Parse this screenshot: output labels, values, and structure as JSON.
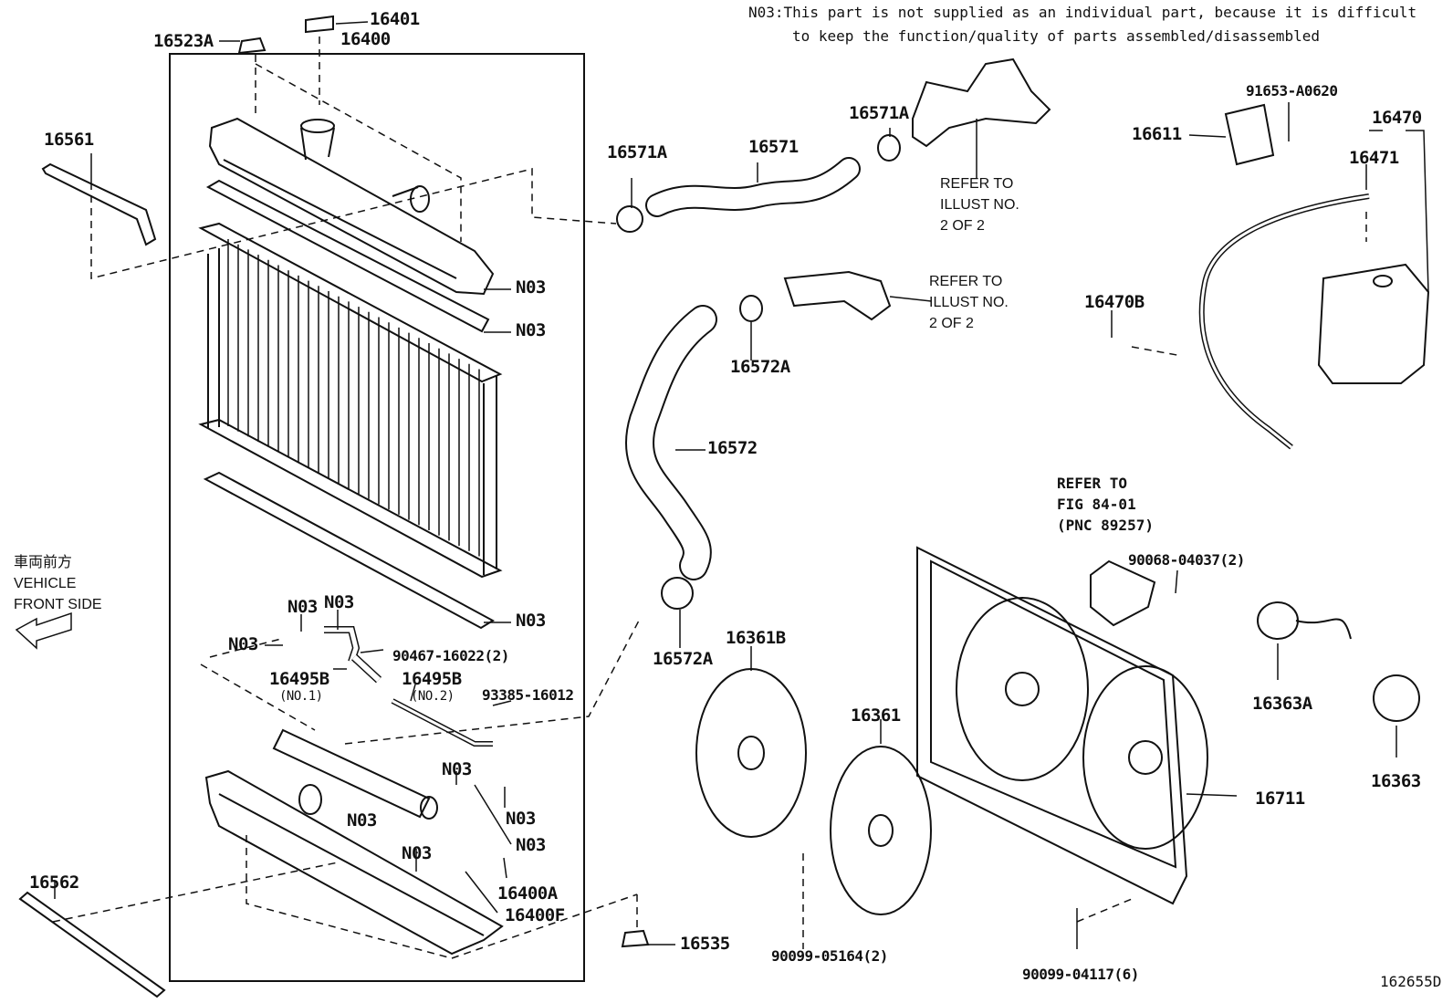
{
  "note": {
    "line1": "N03:This part is not supplied as an individual part, because it is difficult",
    "line2": "to keep the function/quality of parts assembled/disassembled"
  },
  "direction": {
    "japanese": "車両前方",
    "line1": "VEHICLE",
    "line2": "FRONT SIDE"
  },
  "refs": {
    "ref_upper": [
      "REFER TO",
      "ILLUST NO.",
      "2 OF 2"
    ],
    "ref_mid": [
      "REFER TO",
      "ILLUST NO.",
      "2 OF 2"
    ],
    "ref_fig": [
      "REFER TO",
      "FIG 84-01",
      "(PNC 89257)"
    ]
  },
  "labels": {
    "p16401": "16401",
    "p16400": "16400",
    "p16523A": "16523A",
    "p16561": "16561",
    "p16562": "16562",
    "p16571A_left": "16571A",
    "p16571": "16571",
    "p16571A_right": "16571A",
    "p16572A_top": "16572A",
    "p16572": "16572",
    "p16572A_bottom": "16572A",
    "p91653": "91653-A0620",
    "p16611": "16611",
    "p16470": "16470",
    "p16471": "16471",
    "p16470B": "16470B",
    "n03_1": "N03",
    "n03_2": "N03",
    "n03_3": "N03",
    "n03_4": "N03",
    "n03_5": "N03",
    "n03_6": "N03",
    "n03_7": "N03",
    "n03_8": "N03",
    "n03_9": "N03",
    "n03_10": "N03",
    "n03_11": "N03",
    "p90467": "90467-16022(2)",
    "p16495B_1": "16495B",
    "p16495B_1_sub": "(NO.1)",
    "p16495B_2": "16495B",
    "p16495B_2_sub": "(NO.2)",
    "p93385": "93385-16012",
    "p16400A": "16400A",
    "p16400F": "16400F",
    "p16535": "16535",
    "p16361B": "16361B",
    "p16361": "16361",
    "p90099_05164": "90099-05164(2)",
    "p90099_04117": "90099-04117(6)",
    "p90068": "90068-04037(2)",
    "p16363A": "16363A",
    "p16363": "16363",
    "p16711": "16711",
    "diagram_id": "162655D"
  }
}
